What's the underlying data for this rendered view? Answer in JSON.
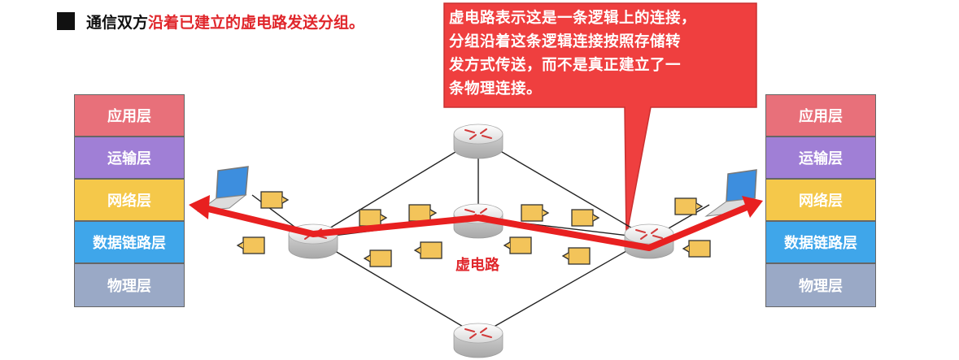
{
  "heading": {
    "prefix": "通信双方",
    "highlight": "沿着已建立的虚电路发送分组。"
  },
  "callout": {
    "lines": [
      "虚电路表示这是一条逻辑上的连接，",
      "分组沿着这条逻辑连接按照存储转",
      "发方式传送，而不是真正建立了一",
      "条物理连接。"
    ]
  },
  "left_stack": {
    "layers": [
      "应用层",
      "运输层",
      "网络层",
      "数据链路层",
      "物理层"
    ]
  },
  "right_stack": {
    "layers": [
      "应用层",
      "运输层",
      "网络层",
      "数据链路层",
      "物理层"
    ]
  },
  "virtual_circuit_label": "虚电路",
  "colors": {
    "application": "#e8707a",
    "transport": "#a07fd6",
    "network": "#f5c84a",
    "datalink": "#3fa6ea",
    "physical": "#9aa9c6",
    "accent_red": "#e0262b",
    "callout_fill": "#ef3f3f",
    "packet_fill": "#f3c45a"
  },
  "icons": {
    "router": "router-icon",
    "laptop": "laptop-icon",
    "packet": "packet-icon"
  }
}
